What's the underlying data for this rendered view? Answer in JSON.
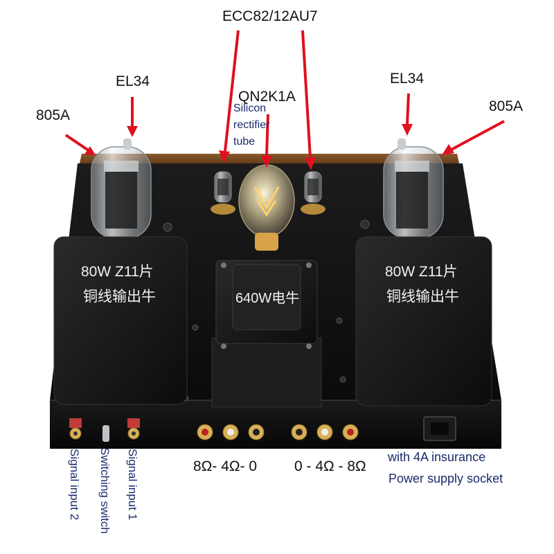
{
  "labels": {
    "ecc82": "ECC82/12AU7",
    "el34_left": "EL34",
    "el34_right": "EL34",
    "a805_left": "805A",
    "a805_right": "805A",
    "qn2k1a": "QN2K1A",
    "silicon": "Silicon",
    "rectifier": "rectifier",
    "tube": "tube",
    "transformer_left_line1": "80W Z11片",
    "transformer_left_line2": "铜线输出牛",
    "transformer_right_line1": "80W Z11片",
    "transformer_right_line2": "铜线输出牛",
    "power_transformer": "640W电牛",
    "terminals_left": "8Ω- 4Ω- 0",
    "terminals_right": "0 - 4Ω - 8Ω",
    "insurance": "with 4A insurance",
    "power_socket": "Power supply socket",
    "signal_input_2": "Signal input 2",
    "switching_switch": "Switching switch",
    "signal_input_1": "Signal input 1"
  },
  "colors": {
    "arrow": "#e0101e",
    "chassis": "#121212",
    "wood": "#7a4a22",
    "annotation_blue": "#1a2a6b"
  }
}
